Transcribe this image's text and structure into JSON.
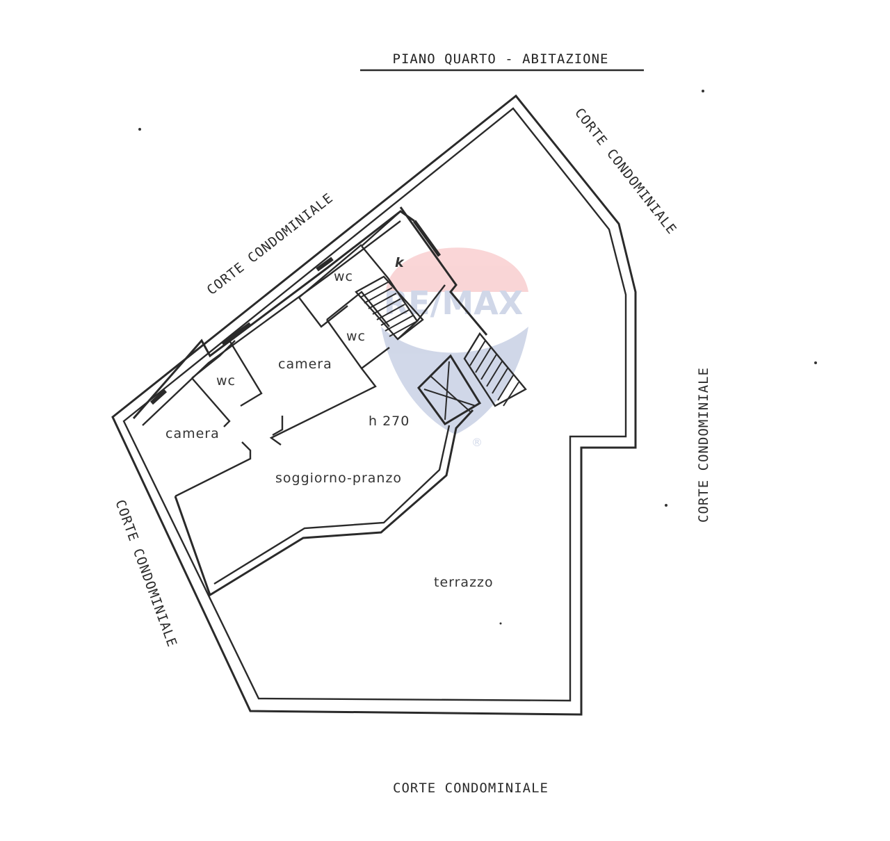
{
  "title": "PIANO QUARTO - ABITAZIONE",
  "surroundings": {
    "top_left": "CORTE CONDOMINIALE",
    "top_right": "CORTE CONDOMINIALE",
    "right": "CORTE CONDOMINIALE",
    "left": "CORTE CONDOMINIALE",
    "bottom": "CORTE CONDOMINIALE"
  },
  "rooms": {
    "kitchen": "k",
    "wc_upper": "wc",
    "wc_middle": "wc",
    "wc_left": "wc",
    "bedroom_upper": "camera",
    "bedroom_left": "camera",
    "height": "h 270",
    "living_dining": "soggiorno-pranzo",
    "terrace": "terrazzo"
  },
  "watermark": {
    "brand": "RE/MAX",
    "registered": "®",
    "colors": {
      "red": "#e8434b",
      "blue": "#2e4d9c"
    }
  },
  "colors": {
    "line": "#2a2a2a",
    "background": "#ffffff"
  }
}
